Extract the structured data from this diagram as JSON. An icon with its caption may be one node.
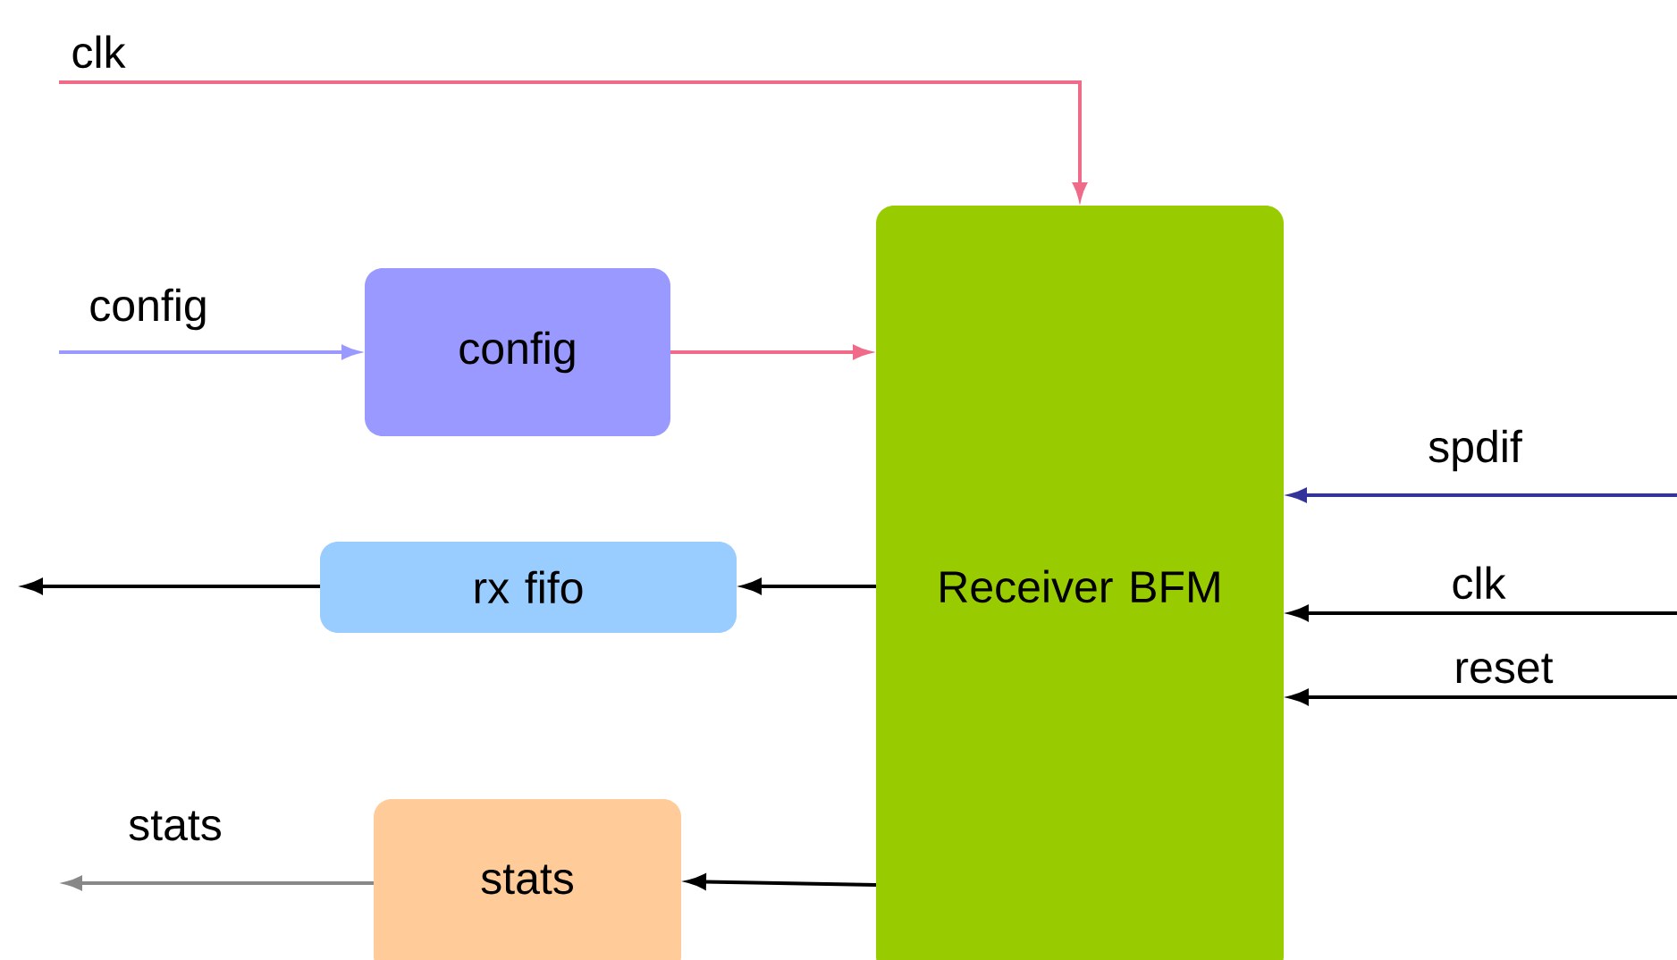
{
  "diagram": {
    "nodes": [
      {
        "text": [
          "config"
        ]
      },
      {
        "text": [
          "Receiver BFM"
        ]
      },
      {
        "text": [
          "rx fifo"
        ]
      },
      {
        "text": [
          "stats"
        ]
      }
    ],
    "edges": [
      {
        "from": null,
        "to": 1,
        "arrow": "to",
        "label": "clk",
        "color": "#f06a8a"
      },
      {
        "from": null,
        "to": 0,
        "arrow": "to",
        "label": "config",
        "color": "#9999ff"
      },
      {
        "from": 0,
        "to": 1,
        "arrow": "to",
        "color": "#f06a8a"
      },
      {
        "from": null,
        "to": 1,
        "arrow": "to",
        "label": "spdif",
        "color": "#333399"
      },
      {
        "from": null,
        "to": 1,
        "arrow": "to",
        "label": "clk"
      },
      {
        "from": null,
        "to": 1,
        "arrow": "to",
        "label": "reset"
      },
      {
        "from": 1,
        "to": 2,
        "arrow": "to"
      },
      {
        "from": 2,
        "to": null,
        "arrow": "to"
      },
      {
        "from": 1,
        "to": 3,
        "arrow": "to"
      },
      {
        "from": 3,
        "to": null,
        "arrow": "to",
        "label": "stats",
        "color": "#888888"
      }
    ]
  }
}
